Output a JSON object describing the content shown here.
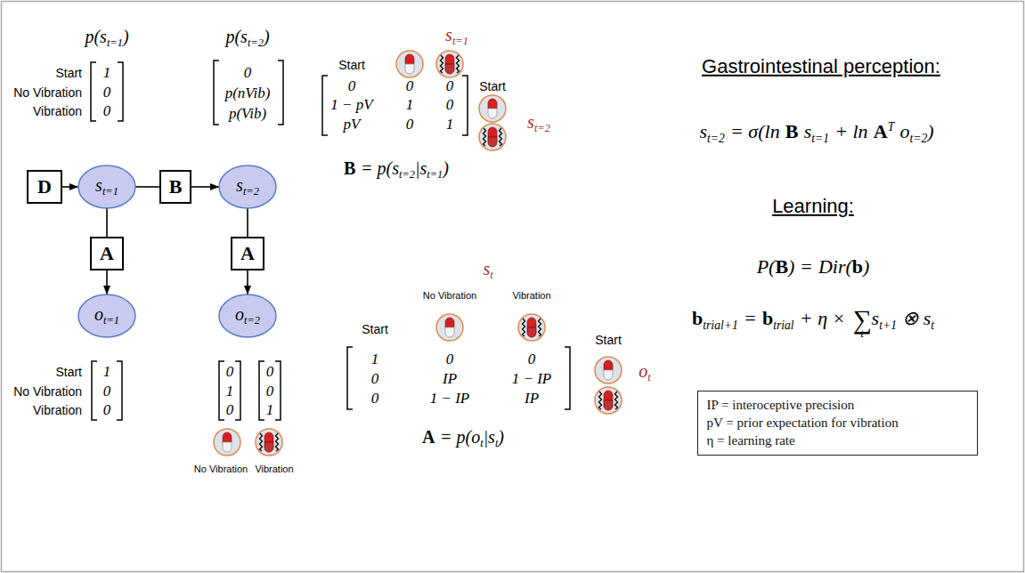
{
  "diagram": {
    "nodes": [
      {
        "text": [
          "D"
        ]
      },
      {
        "text": [
          "s",
          "t=1"
        ]
      },
      {
        "text": [
          "B"
        ]
      },
      {
        "text": [
          "s",
          "t=2"
        ]
      },
      {
        "text": [
          "A"
        ]
      },
      {
        "text": [
          "A"
        ]
      },
      {
        "text": [
          "o",
          "t=1"
        ]
      },
      {
        "text": [
          "o",
          "t=2"
        ]
      },
      {
        "text": [
          "IP = interoceptive precision",
          "pV = prior expectation for vibration",
          "η = learning rate"
        ]
      }
    ],
    "edges": [
      {
        "from": 0,
        "to": 1,
        "arrow": "to"
      },
      {
        "from": 1,
        "to": 2,
        "arrow": "none"
      },
      {
        "from": 2,
        "to": 3,
        "arrow": "to"
      },
      {
        "from": 1,
        "to": 4,
        "arrow": "none"
      },
      {
        "from": 4,
        "to": 6,
        "arrow": "to"
      },
      {
        "from": 3,
        "to": 5,
        "arrow": "none"
      },
      {
        "from": 5,
        "to": 7,
        "arrow": "to"
      }
    ],
    "labels": [
      "p(s",
      "t=1",
      ")",
      "p(s",
      "t=2",
      ")",
      "Start",
      "No Vibration",
      "Vibration",
      "1",
      "0",
      "0",
      "0",
      "p(nVib)",
      "p(Vib)",
      "Start",
      "No Vibration",
      "Vibration",
      "1",
      "0",
      "0",
      "0",
      "1",
      "0",
      "0",
      "0",
      "1",
      "No Vibration",
      "Vibration",
      "s",
      "t=1",
      "Start",
      "0",
      "0",
      "0",
      "1 − pV",
      "1",
      "0",
      "pV",
      "0",
      "1",
      "Start",
      "s",
      "t=2",
      "B",
      "= p(s",
      "t=2",
      "|s",
      "t=1",
      ")",
      "s",
      "t",
      "No Vibration",
      "Vibration",
      "Start",
      "1",
      "0",
      "0",
      "0",
      "IP",
      "1 − IP",
      "0",
      "1 − IP",
      "IP",
      "Start",
      "o",
      "t",
      "A",
      "= p(o",
      "t",
      "|s",
      "t",
      ")",
      "Gastrointestinal perception:",
      "s",
      "t=2",
      "= σ(ln",
      "B",
      "s",
      "t=1",
      "+ ln",
      "A",
      "T",
      "o",
      "t=2",
      ")",
      "Learning:",
      "P(",
      "B",
      ") =",
      "Dir",
      "(",
      "b",
      ")",
      "b",
      "trial+1",
      "=",
      "b",
      "trial",
      "+ η ×",
      "∑",
      "t",
      "s",
      "t+1",
      "⊗ s",
      "t"
    ]
  }
}
